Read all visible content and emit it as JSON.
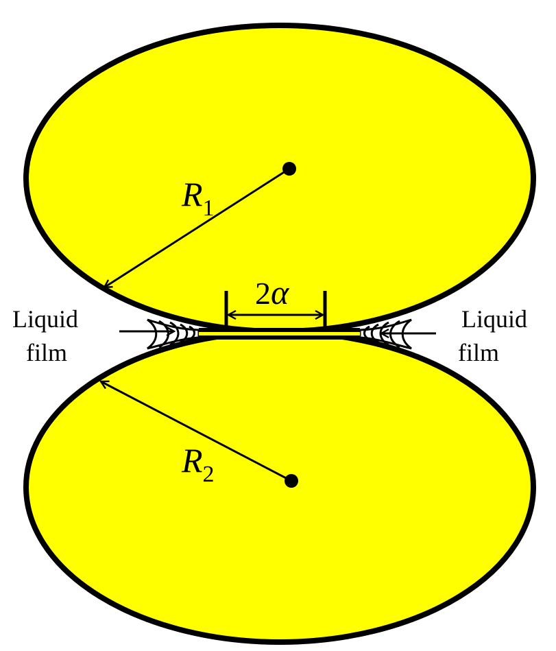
{
  "labels": {
    "radius_top_symbol": "R",
    "radius_top_subscript": "1",
    "radius_bottom_symbol": "R",
    "radius_bottom_subscript": "2",
    "contact_width_number": "2",
    "contact_width_symbol": "α",
    "left_film_line1": "Liquid",
    "left_film_line2": "film",
    "right_film_line1": "Liquid",
    "right_film_line2": "film"
  },
  "colors": {
    "particle_fill": "#ffff00",
    "outline": "#000000",
    "film_fill": "#ffffff"
  }
}
